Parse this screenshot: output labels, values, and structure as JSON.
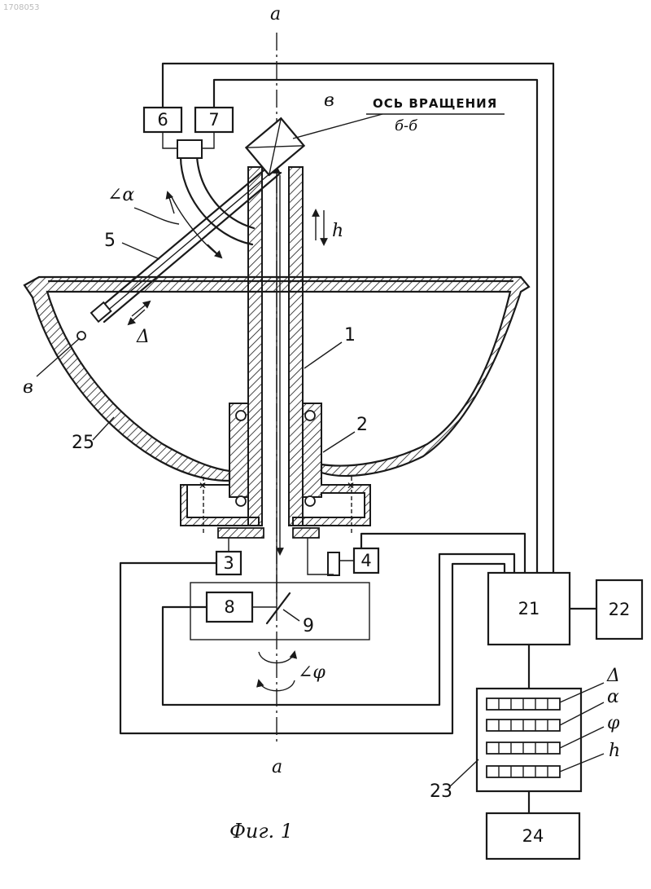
{
  "corner_id": "1708053",
  "axis_top": "a",
  "axis_bottom": "a",
  "rotation_axis_label": "ОСЬ ВРАЩЕНИЯ",
  "rotation_axis_name": "б-б",
  "point_b_top": "в",
  "point_b_left": "в",
  "angle_alpha": "∠α",
  "angle_phi": "∠φ",
  "move_h": "h",
  "move_delta": "Δ",
  "numbers": {
    "n1": "1",
    "n2": "2",
    "n3": "3",
    "n4": "4",
    "n5": "5",
    "n6": "6",
    "n7": "7",
    "n8": "8",
    "n9": "9",
    "n21": "21",
    "n22": "22",
    "n23": "23",
    "n24": "24",
    "n25": "25"
  },
  "display_rows": [
    "Δ",
    "α",
    "φ",
    "h"
  ],
  "figure_caption": "Фиг. 1"
}
